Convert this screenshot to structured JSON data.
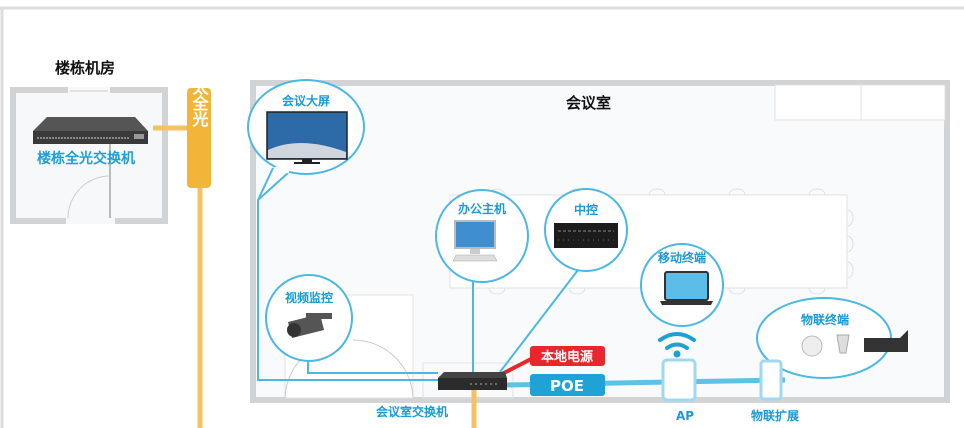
{
  "building_room": {
    "title": "楼栋机房",
    "switch_label": "楼栋全光交换机",
    "link_label": "以太全光"
  },
  "meeting_room": {
    "title": "会议室",
    "switch_label": "会议室交换机",
    "power_label": "本地电源",
    "poe_label": "POE",
    "ap_label": "AP",
    "iot_ext_label": "物联扩展"
  },
  "bubbles": {
    "screen": "会议大屏",
    "pc": "办公主机",
    "control": "中控",
    "mobile": "移动终端",
    "camera": "视频监控",
    "iot": "物联终端"
  },
  "colors": {
    "accent_blue": "#1e9fd6",
    "fiber_orange": "#f6c160",
    "label_orange": "#f3b43a",
    "power_red": "#e8262b",
    "wall_gray": "#d2d3d5"
  }
}
